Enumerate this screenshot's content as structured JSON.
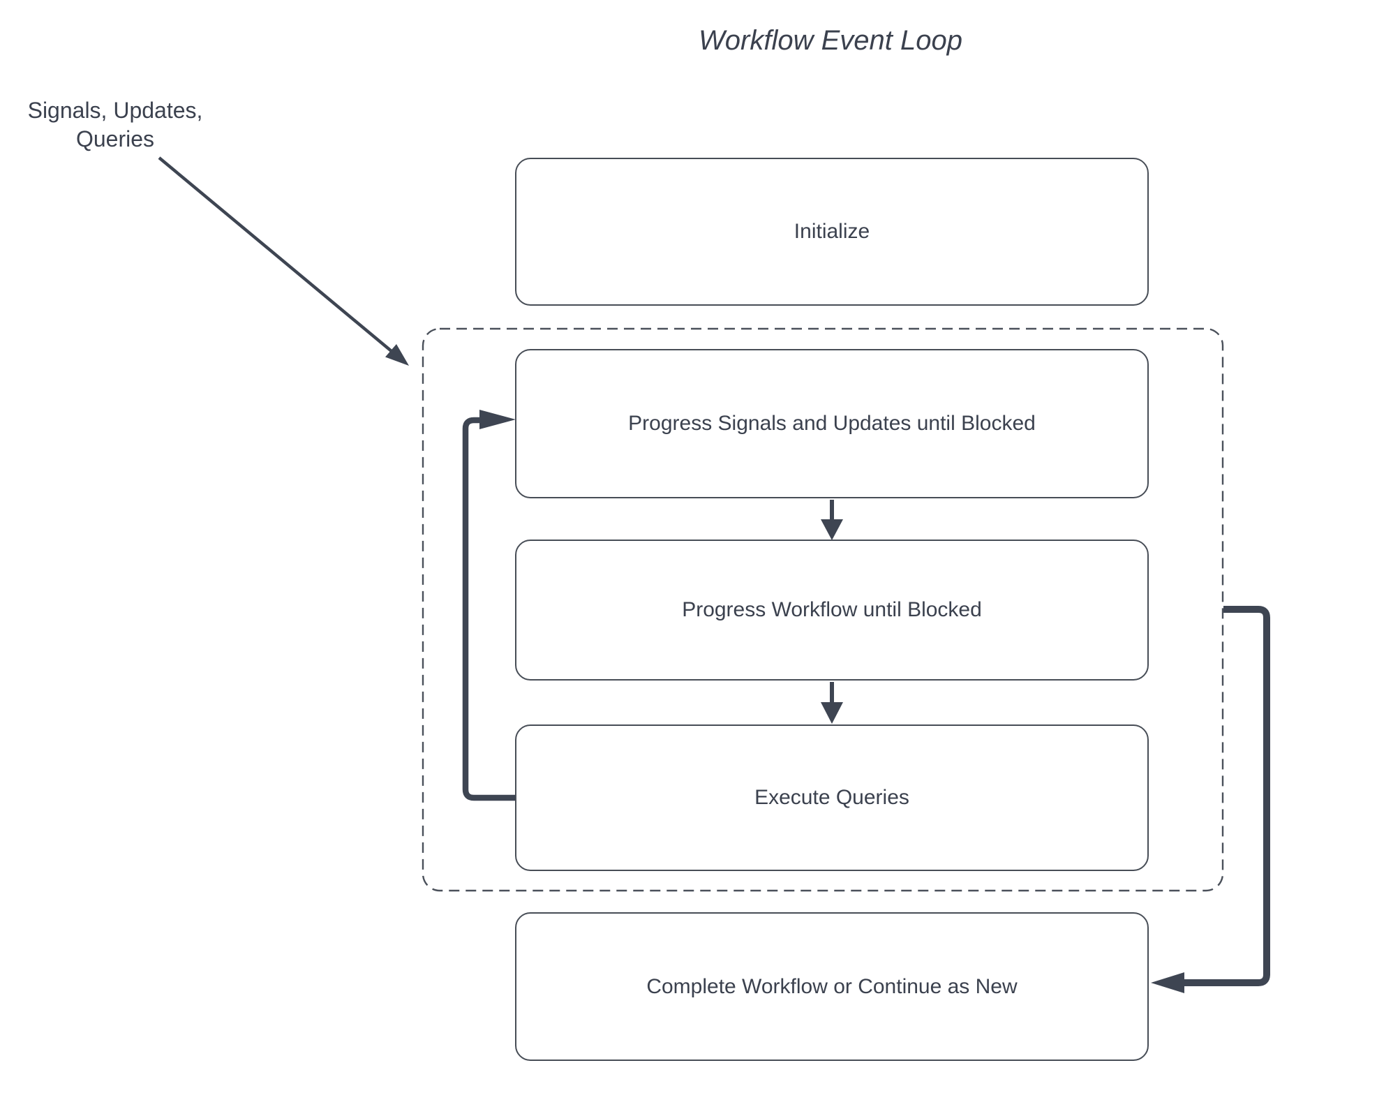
{
  "diagram": {
    "title": "Workflow Event Loop",
    "external_input_label": {
      "line1": "Signals, Updates,",
      "line2": "Queries"
    },
    "nodes": [
      {
        "id": "initialize",
        "label": "Initialize"
      },
      {
        "id": "progress-signals",
        "label": "Progress Signals and Updates until Blocked"
      },
      {
        "id": "progress-workflow",
        "label": "Progress Workflow until Blocked"
      },
      {
        "id": "execute-queries",
        "label": "Execute Queries"
      },
      {
        "id": "complete-workflow",
        "label": "Complete Workflow or Continue as New"
      }
    ],
    "group": {
      "id": "event-loop-group",
      "style": "dashed-rounded-rect",
      "contains": [
        "progress-signals",
        "progress-workflow",
        "execute-queries"
      ]
    },
    "edges": [
      {
        "from": "external-input-label",
        "to": "event-loop-group",
        "style": "thin-diagonal-arrow"
      },
      {
        "from": "progress-signals",
        "to": "progress-workflow",
        "style": "short-down-arrow"
      },
      {
        "from": "progress-workflow",
        "to": "execute-queries",
        "style": "short-down-arrow"
      },
      {
        "from": "execute-queries",
        "to": "progress-signals",
        "style": "thick-left-loop-arrow"
      },
      {
        "from": "event-loop-group",
        "to": "complete-workflow",
        "style": "thick-right-down-arrow"
      }
    ],
    "colors": {
      "background": "#ffffff",
      "line": "#3e4552",
      "box_border": "#474d56",
      "text": "#3b414e"
    }
  }
}
